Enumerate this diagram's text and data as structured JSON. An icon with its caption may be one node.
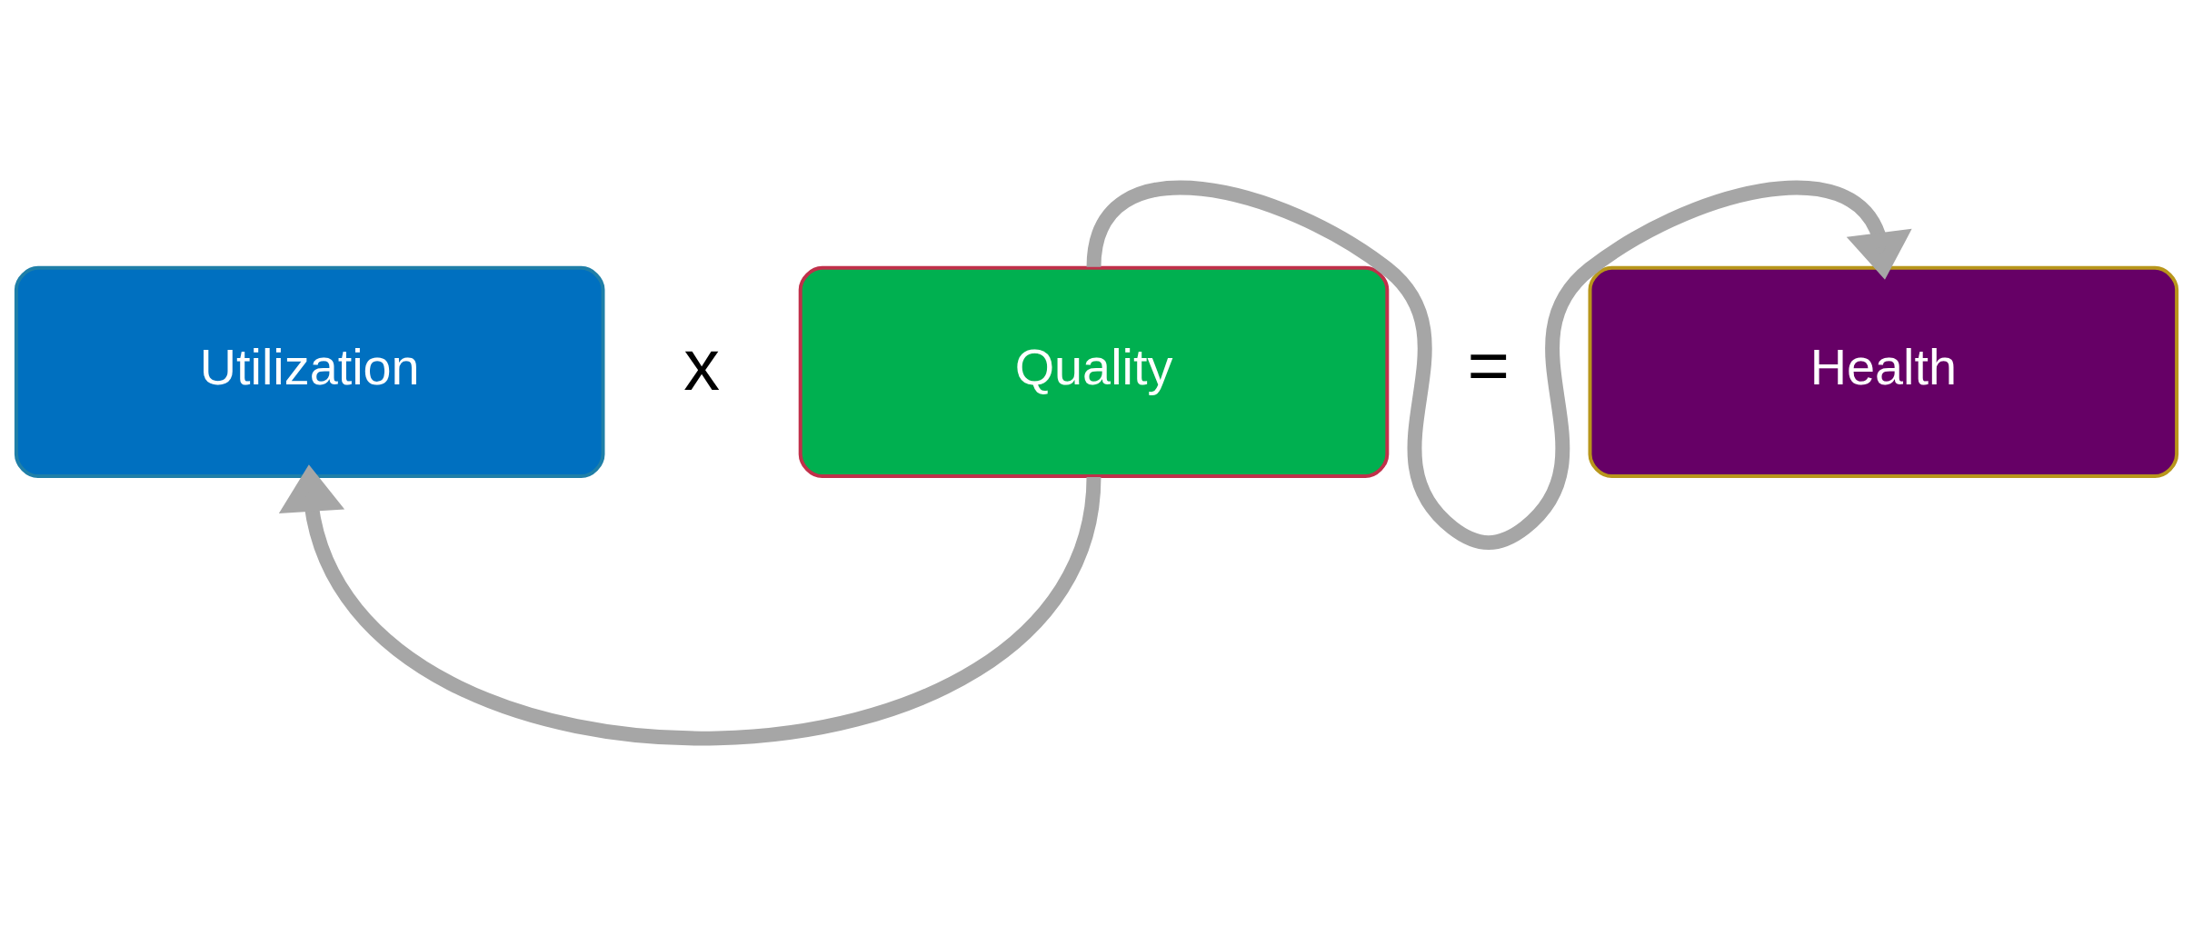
{
  "diagram": {
    "nodes": [
      {
        "text": [
          "Utilization"
        ]
      },
      {
        "text": [
          "Quality"
        ]
      },
      {
        "text": [
          "Health"
        ]
      }
    ],
    "edges": [
      {
        "from": 1,
        "to": 2,
        "arrow": "to"
      },
      {
        "from": 1,
        "to": 0,
        "arrow": "to"
      }
    ],
    "labels": [
      "x",
      "="
    ]
  }
}
